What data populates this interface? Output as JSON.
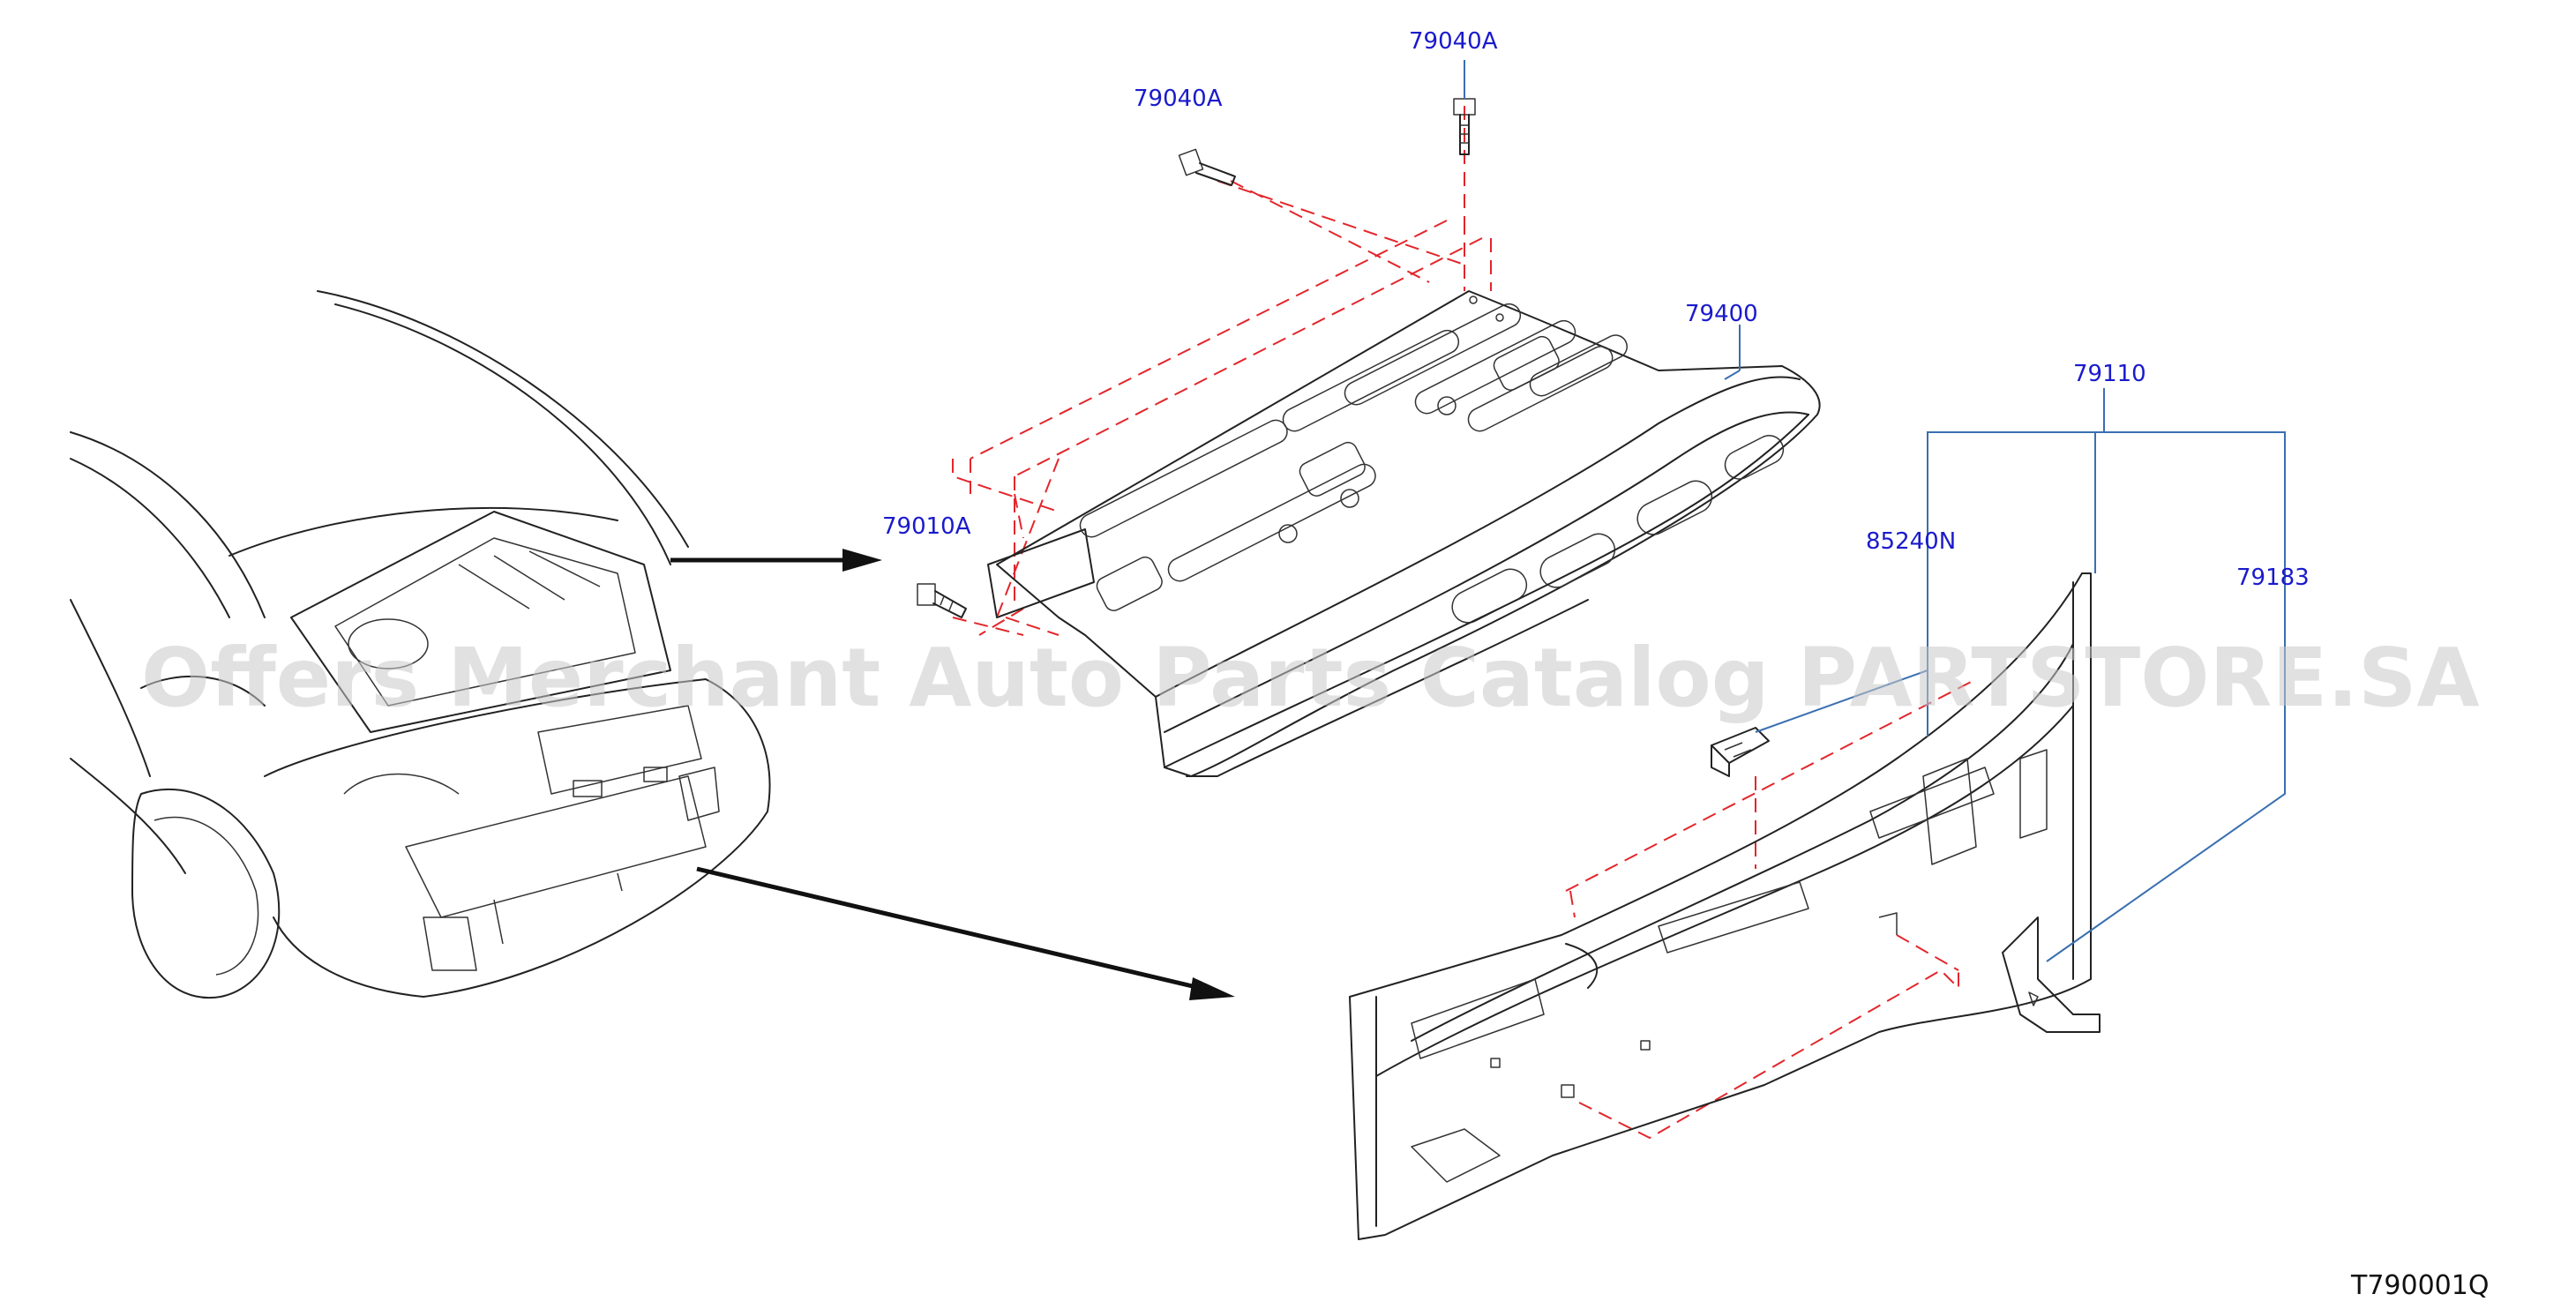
{
  "diagram": {
    "part_labels": {
      "bolt_top": "79040A",
      "bolt_left": "79040A",
      "bolt_lower": "79010A",
      "parcel_shelf": "79400",
      "rear_panel_assy": "79110",
      "bracket_small": "85240N",
      "bracket_right": "79183"
    },
    "drawing_code": "T790001Q",
    "watermark": "Offers Merchant Auto Parts Catalog PARTSTORE.SA"
  }
}
